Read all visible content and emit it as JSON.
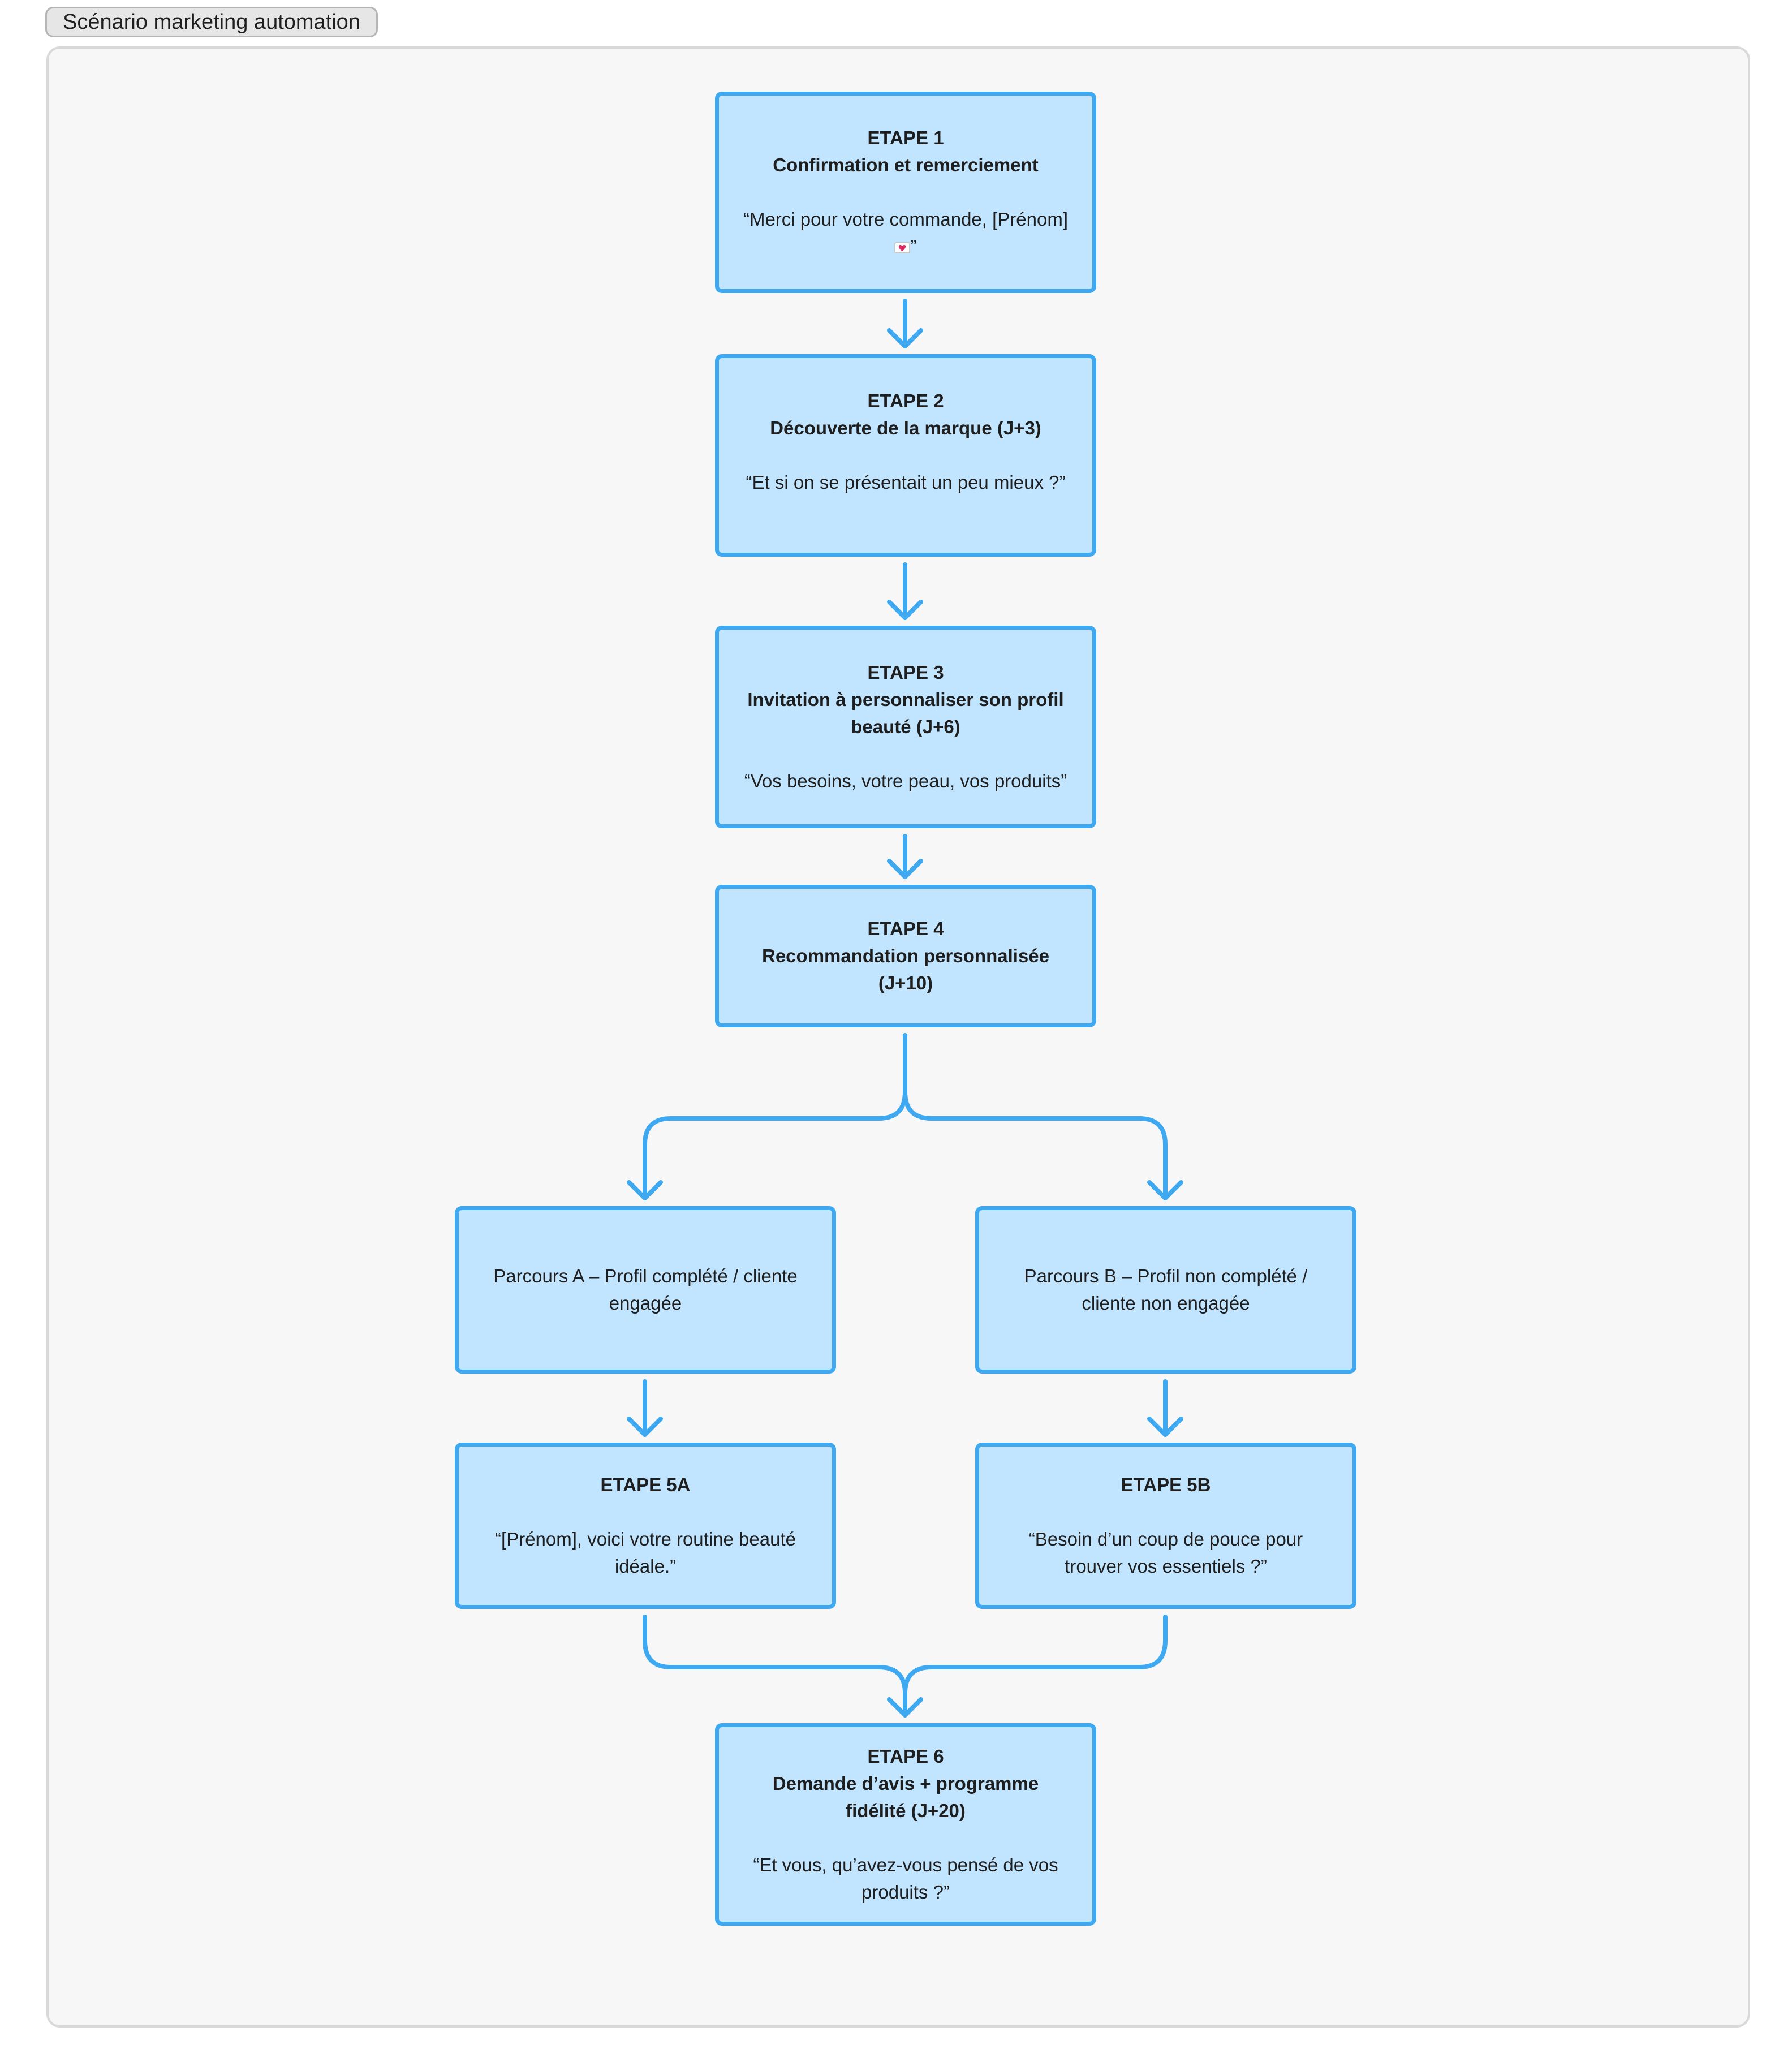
{
  "frame": {
    "label": "Scénario marketing automation"
  },
  "nodes": {
    "etape1": {
      "step": "ETAPE 1",
      "title": "Confirmation et remerciement",
      "quote": "“Merci pour votre commande, [Prénom]",
      "quote_end": "”",
      "emoji_icon": "love-letter-icon"
    },
    "etape2": {
      "step": "ETAPE 2",
      "title": "Découverte de la marque (J+3)",
      "quote": "“Et si on se présentait un peu mieux ?”"
    },
    "etape3": {
      "step": "ETAPE 3",
      "title": "Invitation à personnaliser son profil beauté (J+6)",
      "quote": "“Vos besoins, votre peau, vos produits”"
    },
    "etape4": {
      "step": "ETAPE 4",
      "title": "Recommandation personnalisée (J+10)"
    },
    "parcoursA": {
      "text": "Parcours A – Profil complété / cliente engagée"
    },
    "parcoursB": {
      "text": "Parcours B – Profil non complété / cliente non engagée"
    },
    "etape5a": {
      "step": "ETAPE 5A",
      "quote": "“[Prénom], voici votre routine beauté idéale.”"
    },
    "etape5b": {
      "step": "ETAPE 5B",
      "quote": "“Besoin d’un coup de pouce pour trouver vos essentiels ?”"
    },
    "etape6": {
      "step": "ETAPE 6",
      "title": "Demande d’avis + programme fidélité (J+20)",
      "quote": "“Et vous, qu’avez-vous pensé de vos produits ?”"
    }
  },
  "colors": {
    "node_fill": "#c2e5ff",
    "node_stroke": "#3ea9f0",
    "connector": "#3ea9f0",
    "frame_fill": "#f7f7f7",
    "text": "#1e1e1e"
  }
}
